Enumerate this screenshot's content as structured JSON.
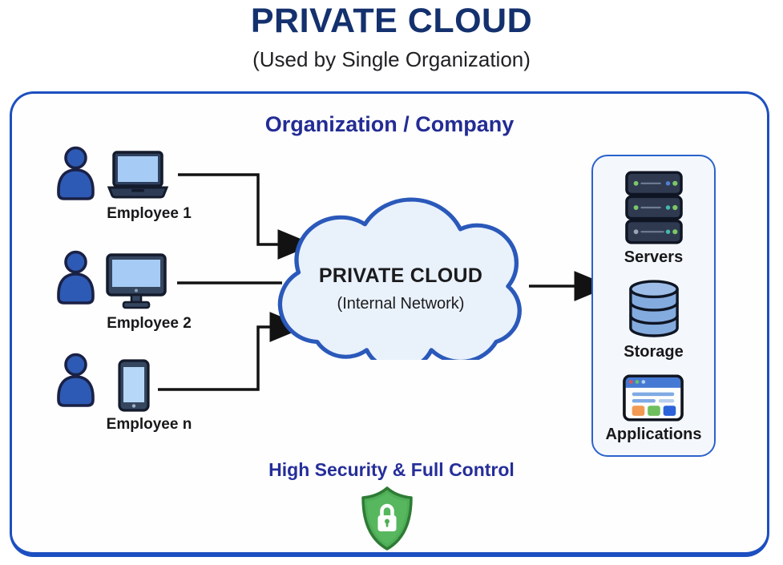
{
  "header": {
    "title": "PRIVATE CLOUD",
    "subtitle": "(Used by Single Organization)"
  },
  "org_box": {
    "title": "Organization / Company"
  },
  "employees": [
    {
      "label": "Employee 1",
      "device": "laptop-icon"
    },
    {
      "label": "Employee 2",
      "device": "desktop-monitor-icon"
    },
    {
      "label": "Employee n",
      "device": "smartphone-icon"
    }
  ],
  "cloud": {
    "title": "PRIVATE CLOUD",
    "subtitle": "(Internal Network)"
  },
  "resources": [
    {
      "label": "Servers",
      "icon": "server-rack-icon"
    },
    {
      "label": "Storage",
      "icon": "database-icon"
    },
    {
      "label": "Applications",
      "icon": "browser-window-icon"
    }
  ],
  "security": {
    "label": "High Security & Full Control",
    "icon": "shield-lock-icon"
  },
  "colors": {
    "title_navy": "#14316e",
    "heading_indigo": "#232c94",
    "box_border_blue": "#1c4fc0",
    "cloud_border_blue": "#2a59ba",
    "cloud_fill": "#e9f1fb",
    "person_blue": "#2d5ab4",
    "screen_light_blue": "#a6cbf4",
    "panel_fill": "#f4f8fd",
    "shield_green": "#4fae57",
    "arrow_black": "#121212"
  }
}
